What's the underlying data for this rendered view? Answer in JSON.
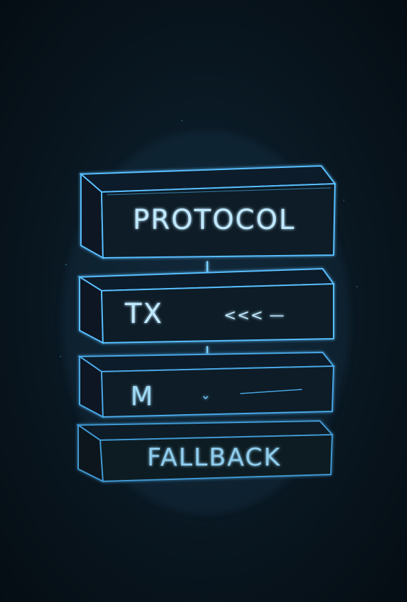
{
  "diagram": {
    "layers": [
      {
        "id": "protocol",
        "label": "PROTOCOL"
      },
      {
        "id": "tx",
        "label": "TX",
        "indicator": "<<< —"
      },
      {
        "id": "m",
        "label": "M",
        "indicator": "⌄"
      },
      {
        "id": "fallback",
        "label": "FALLBACK"
      }
    ],
    "colors": {
      "background": "#08121a",
      "stroke": "#4fb8ff",
      "text": "#bfe8ff"
    }
  }
}
